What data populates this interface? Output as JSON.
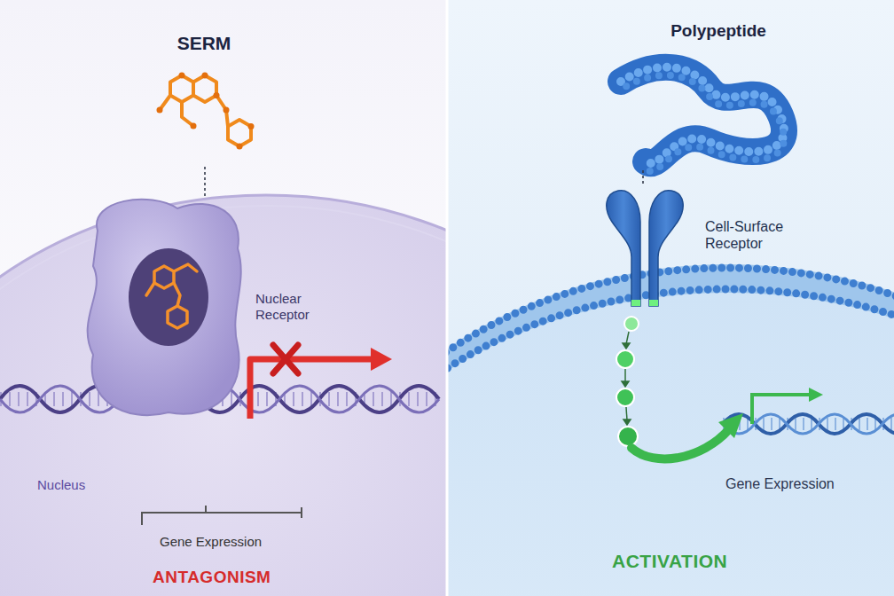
{
  "diagram": {
    "nodes": [
      {
        "text": [
          "SERM"
        ]
      },
      {
        "text": [
          "Nuclear Receptor"
        ]
      },
      {
        "text": [
          "Polypeptide"
        ]
      },
      {
        "text": [
          "Cell-Surface Receptor"
        ]
      }
    ],
    "edges": [
      {
        "from": 0,
        "to": 1,
        "arrow": "none"
      },
      {
        "from": 2,
        "to": 3,
        "arrow": "none"
      }
    ],
    "labels": [
      "Nucleus",
      "Gene Expression",
      "ANTAGONISM",
      "Gene Expression",
      "ACTIVATION"
    ]
  }
}
